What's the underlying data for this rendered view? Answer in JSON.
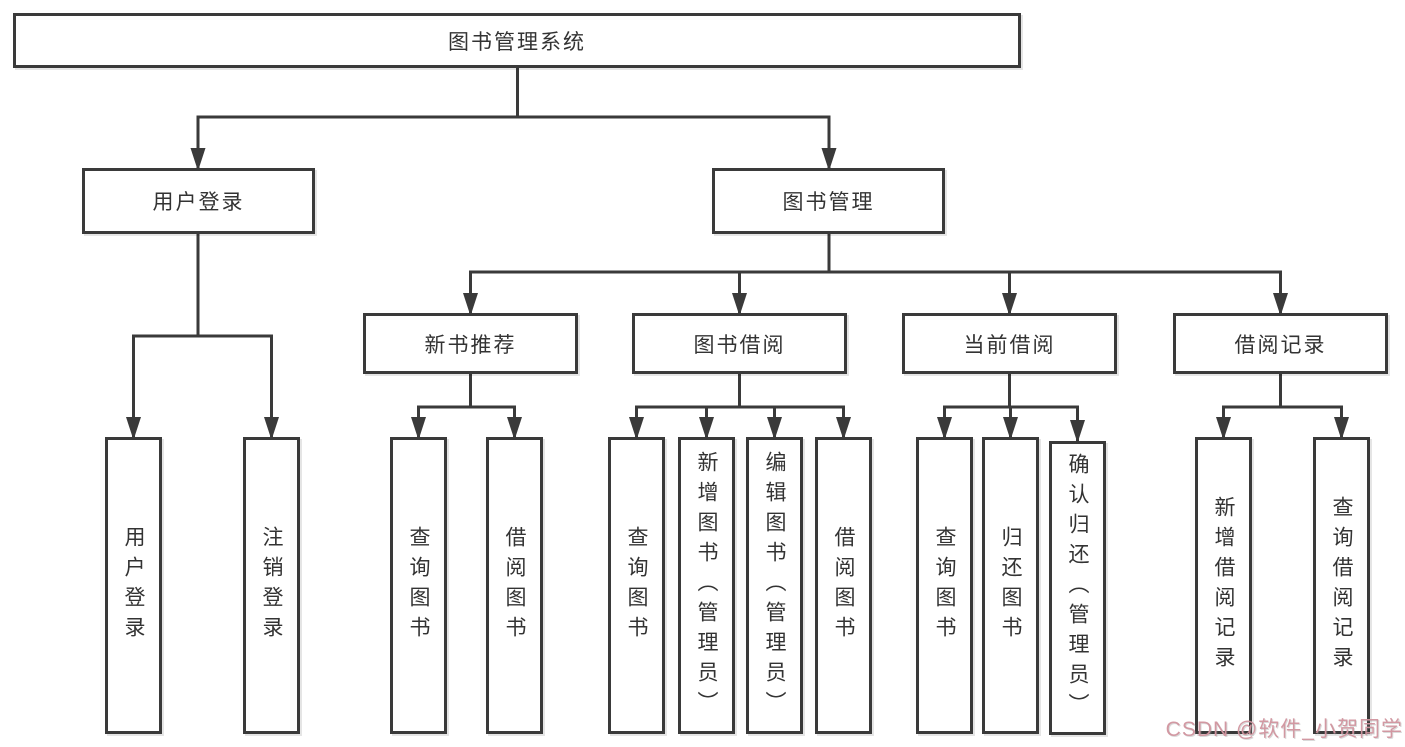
{
  "tree": {
    "label": "图书管理系统",
    "children": [
      {
        "label": "用户登录",
        "children": [
          {
            "label": "用户登录"
          },
          {
            "label": "注销登录"
          }
        ]
      },
      {
        "label": "图书管理",
        "children": [
          {
            "label": "新书推荐",
            "children": [
              {
                "label": "查询图书"
              },
              {
                "label": "借阅图书"
              }
            ]
          },
          {
            "label": "图书借阅",
            "children": [
              {
                "label": "查询图书"
              },
              {
                "label": "新增图书（管理员）"
              },
              {
                "label": "编辑图书（管理员）"
              },
              {
                "label": "借阅图书"
              }
            ]
          },
          {
            "label": "当前借阅",
            "children": [
              {
                "label": "查询图书"
              },
              {
                "label": "归还图书"
              },
              {
                "label": "确认归还（管理员）"
              }
            ]
          },
          {
            "label": "借阅记录",
            "children": [
              {
                "label": "新增借阅记录"
              },
              {
                "label": "查询借阅记录"
              }
            ]
          }
        ]
      }
    ]
  },
  "watermark": {
    "text": "CSDN @软件_小贺同学"
  },
  "colors": {
    "line": "#3a3a3a",
    "text": "#333333",
    "watermark_pink": "#d1949e",
    "background": "#ffffff"
  }
}
